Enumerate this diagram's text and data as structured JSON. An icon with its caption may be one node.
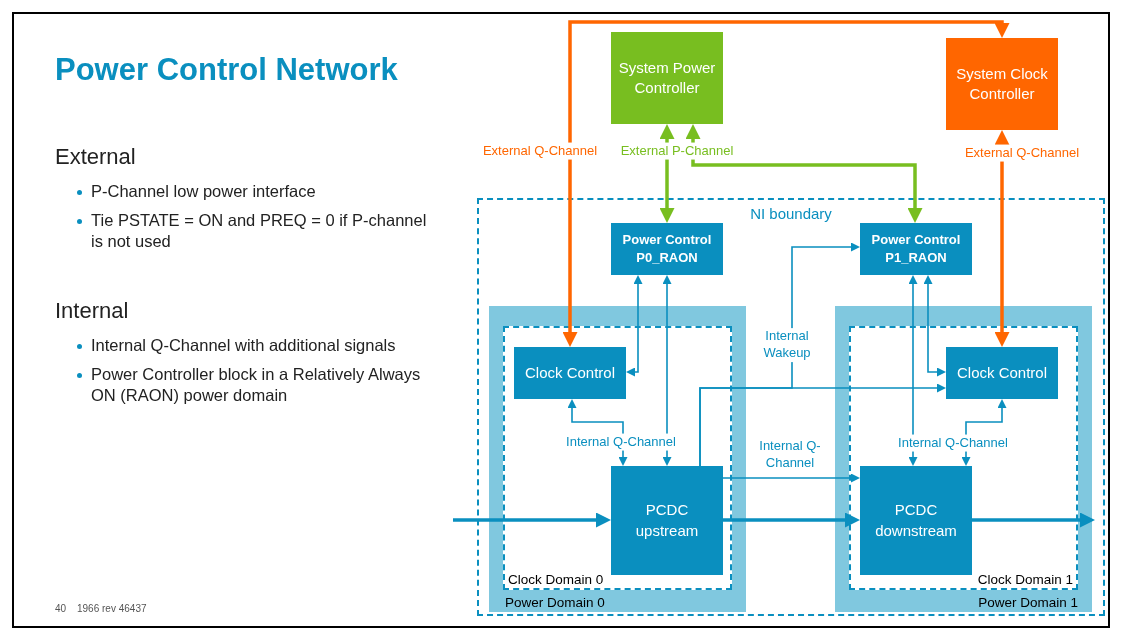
{
  "diagram": {
    "title": "Power Control Network",
    "nodes": [
      {
        "text": [
          "System Power Controller"
        ]
      },
      {
        "text": [
          "System Clock Controller"
        ]
      },
      {
        "text": [
          "NI boundary"
        ]
      },
      {
        "text": [
          "Power Control P0_RAON"
        ],
        "in": 2
      },
      {
        "text": [
          "Power Control P1_RAON"
        ],
        "in": 2
      },
      {
        "text": [
          "Power Domain 0"
        ],
        "in": 2
      },
      {
        "text": [
          "Clock Domain 0"
        ],
        "in": 5
      },
      {
        "text": [
          "Clock Control"
        ],
        "in": 6
      },
      {
        "text": [
          "PCDC upstream"
        ],
        "in": 6
      },
      {
        "text": [
          "Power Domain 1"
        ],
        "in": 2
      },
      {
        "text": [
          "Clock Domain 1"
        ],
        "in": 9
      },
      {
        "text": [
          "Clock Control"
        ],
        "in": 10
      },
      {
        "text": [
          "PCDC downstream"
        ],
        "in": 10
      }
    ],
    "edges": [
      {
        "from": 7,
        "to": 1,
        "arrow": "both",
        "label": "External Q-Channel",
        "style": "thick",
        "color": "#ff6600"
      },
      {
        "from": 1,
        "to": 11,
        "arrow": "both",
        "label": "External Q-Channel",
        "style": "thick",
        "color": "#ff6600"
      },
      {
        "from": 0,
        "to": 3,
        "arrow": "both",
        "label": "External P-Channel",
        "style": "thick",
        "color": "#78be20"
      },
      {
        "from": 0,
        "to": 4,
        "arrow": "both",
        "style": "thick",
        "color": "#78be20"
      },
      {
        "from": 3,
        "to": 7,
        "arrow": "both"
      },
      {
        "from": 3,
        "to": 8,
        "arrow": "both"
      },
      {
        "from": 7,
        "to": 8,
        "arrow": "both",
        "label": "Internal Q-Channel"
      },
      {
        "from": 8,
        "to": 4,
        "arrow": "to",
        "label": "Internal Wakeup"
      },
      {
        "from": 8,
        "to": 11,
        "arrow": "to"
      },
      {
        "from": 8,
        "to": 12,
        "arrow": "to",
        "label": "Internal Q-Channel"
      },
      {
        "from": 8,
        "to": 12,
        "arrow": "to",
        "style": "thick"
      },
      {
        "from": null,
        "to": 8,
        "arrow": "to",
        "style": "thick"
      },
      {
        "from": 12,
        "to": null,
        "arrow": "to",
        "style": "thick"
      },
      {
        "from": 4,
        "to": 11,
        "arrow": "both"
      },
      {
        "from": 4,
        "to": 12,
        "arrow": "both"
      },
      {
        "from": 11,
        "to": 12,
        "arrow": "both",
        "label": "Internal Q-Channel"
      }
    ],
    "labels": [
      "External",
      "P-Channel low power interface",
      "Tie PSTATE = ON and PREQ = 0 if P-channel is not used",
      "Internal",
      "Internal Q-Channel with additional signals",
      "Power Controller block in a Relatively Always ON (RAON) power domain",
      "40",
      "1966 rev 46437"
    ]
  }
}
